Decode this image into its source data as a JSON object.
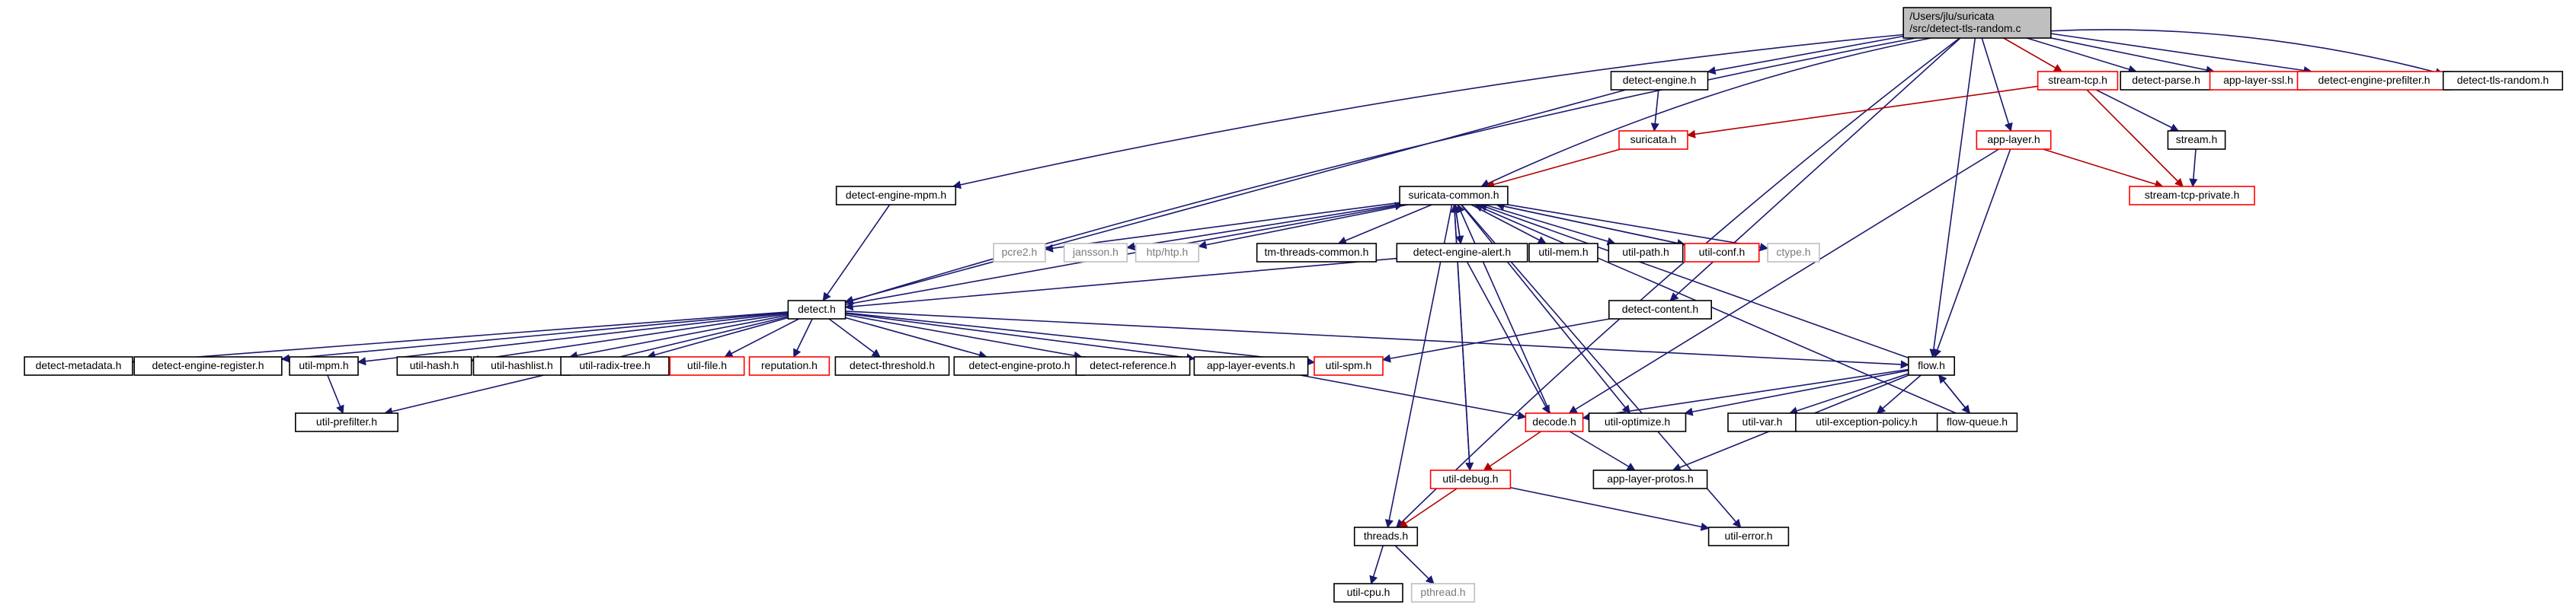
{
  "colors": {
    "edge_include": "#191970",
    "edge_red": "#b00000",
    "box_black": "#000000",
    "box_red": "#ff0000",
    "box_gray": "#bfbfbf",
    "root_fill": "#bfbfbf"
  },
  "nodes": [
    {
      "id": "root",
      "lines": [
        "/Users/jlu/suricata",
        "/src/detect-tls-random.c"
      ],
      "style": "root"
    },
    {
      "id": "detect_engine",
      "lines": [
        "detect-engine.h"
      ],
      "style": "black"
    },
    {
      "id": "stream_tcp",
      "lines": [
        "stream-tcp.h"
      ],
      "style": "red"
    },
    {
      "id": "detect_parse",
      "lines": [
        "detect-parse.h"
      ],
      "style": "black"
    },
    {
      "id": "app_layer_ssl",
      "lines": [
        "app-layer-ssl.h"
      ],
      "style": "red"
    },
    {
      "id": "detect_engine_prefilter",
      "lines": [
        "detect-engine-prefilter.h"
      ],
      "style": "red"
    },
    {
      "id": "detect_tls_random",
      "lines": [
        "detect-tls-random.h"
      ],
      "style": "black"
    },
    {
      "id": "suricata",
      "lines": [
        "suricata.h"
      ],
      "style": "red"
    },
    {
      "id": "app_layer",
      "lines": [
        "app-layer.h"
      ],
      "style": "red"
    },
    {
      "id": "stream",
      "lines": [
        "stream.h"
      ],
      "style": "black"
    },
    {
      "id": "detect_engine_mpm",
      "lines": [
        "detect-engine-mpm.h"
      ],
      "style": "black"
    },
    {
      "id": "stream_tcp_private",
      "lines": [
        "stream-tcp-private.h"
      ],
      "style": "red"
    },
    {
      "id": "suricata_common",
      "lines": [
        "suricata-common.h"
      ],
      "style": "black"
    },
    {
      "id": "pcre2",
      "lines": [
        "pcre2.h"
      ],
      "style": "gray"
    },
    {
      "id": "jansson",
      "lines": [
        "jansson.h"
      ],
      "style": "gray"
    },
    {
      "id": "htp",
      "lines": [
        "htp/htp.h"
      ],
      "style": "gray"
    },
    {
      "id": "tm_threads_common",
      "lines": [
        "tm-threads-common.h"
      ],
      "style": "black"
    },
    {
      "id": "detect_engine_alert",
      "lines": [
        "detect-engine-alert.h"
      ],
      "style": "black"
    },
    {
      "id": "util_mem",
      "lines": [
        "util-mem.h"
      ],
      "style": "black"
    },
    {
      "id": "util_path",
      "lines": [
        "util-path.h"
      ],
      "style": "black"
    },
    {
      "id": "util_conf",
      "lines": [
        "util-conf.h"
      ],
      "style": "red"
    },
    {
      "id": "ctype",
      "lines": [
        "ctype.h"
      ],
      "style": "gray"
    },
    {
      "id": "detect",
      "lines": [
        "detect.h"
      ],
      "style": "black"
    },
    {
      "id": "detect_content",
      "lines": [
        "detect-content.h"
      ],
      "style": "black"
    },
    {
      "id": "detect_metadata",
      "lines": [
        "detect-metadata.h"
      ],
      "style": "black"
    },
    {
      "id": "detect_engine_register",
      "lines": [
        "detect-engine-register.h"
      ],
      "style": "black"
    },
    {
      "id": "util_mpm",
      "lines": [
        "util-mpm.h"
      ],
      "style": "black"
    },
    {
      "id": "util_hash",
      "lines": [
        "util-hash.h"
      ],
      "style": "black"
    },
    {
      "id": "util_hashlist",
      "lines": [
        "util-hashlist.h"
      ],
      "style": "black"
    },
    {
      "id": "util_radix_tree",
      "lines": [
        "util-radix-tree.h"
      ],
      "style": "black"
    },
    {
      "id": "util_file",
      "lines": [
        "util-file.h"
      ],
      "style": "red"
    },
    {
      "id": "reputation",
      "lines": [
        "reputation.h"
      ],
      "style": "red"
    },
    {
      "id": "detect_threshold",
      "lines": [
        "detect-threshold.h"
      ],
      "style": "black"
    },
    {
      "id": "detect_engine_proto",
      "lines": [
        "detect-engine-proto.h"
      ],
      "style": "black"
    },
    {
      "id": "detect_reference",
      "lines": [
        "detect-reference.h"
      ],
      "style": "black"
    },
    {
      "id": "app_layer_events",
      "lines": [
        "app-layer-events.h"
      ],
      "style": "black"
    },
    {
      "id": "util_spm",
      "lines": [
        "util-spm.h"
      ],
      "style": "red"
    },
    {
      "id": "flow",
      "lines": [
        "flow.h"
      ],
      "style": "black"
    },
    {
      "id": "util_prefilter",
      "lines": [
        "util-prefilter.h"
      ],
      "style": "black"
    },
    {
      "id": "decode",
      "lines": [
        "decode.h"
      ],
      "style": "red"
    },
    {
      "id": "util_optimize",
      "lines": [
        "util-optimize.h"
      ],
      "style": "black"
    },
    {
      "id": "util_var",
      "lines": [
        "util-var.h"
      ],
      "style": "black"
    },
    {
      "id": "util_exception_policy",
      "lines": [
        "util-exception-policy.h"
      ],
      "style": "black"
    },
    {
      "id": "flow_queue",
      "lines": [
        "flow-queue.h"
      ],
      "style": "black"
    },
    {
      "id": "util_debug",
      "lines": [
        "util-debug.h"
      ],
      "style": "red"
    },
    {
      "id": "app_layer_protos",
      "lines": [
        "app-layer-protos.h"
      ],
      "style": "black"
    },
    {
      "id": "threads",
      "lines": [
        "threads.h"
      ],
      "style": "black"
    },
    {
      "id": "util_error",
      "lines": [
        "util-error.h"
      ],
      "style": "black"
    },
    {
      "id": "util_cpu",
      "lines": [
        "util-cpu.h"
      ],
      "style": "black"
    },
    {
      "id": "pthread",
      "lines": [
        "pthread.h"
      ],
      "style": "gray"
    }
  ],
  "edges": [
    [
      "root",
      "detect_engine"
    ],
    [
      "root",
      "stream_tcp"
    ],
    [
      "root",
      "detect_parse"
    ],
    [
      "root",
      "app_layer_ssl"
    ],
    [
      "root",
      "detect_engine_prefilter"
    ],
    [
      "root",
      "detect_tls_random"
    ],
    [
      "root",
      "suricata_common"
    ],
    [
      "root",
      "detect"
    ],
    [
      "root",
      "threads"
    ],
    [
      "root",
      "detect_engine_mpm"
    ],
    [
      "root",
      "app_layer"
    ],
    [
      "root",
      "flow"
    ],
    [
      "root",
      "detect_content"
    ],
    [
      "detect_engine",
      "suricata"
    ],
    [
      "detect_engine",
      "detect"
    ],
    [
      "stream_tcp",
      "suricata"
    ],
    [
      "stream_tcp",
      "stream"
    ],
    [
      "stream_tcp",
      "stream_tcp_private"
    ],
    [
      "stream",
      "stream_tcp_private"
    ],
    [
      "app_layer",
      "stream_tcp_private"
    ],
    [
      "app_layer",
      "flow"
    ],
    [
      "app_layer",
      "decode"
    ],
    [
      "suricata",
      "suricata_common"
    ],
    [
      "detect_engine_mpm",
      "detect"
    ],
    [
      "suricata_common",
      "pcre2"
    ],
    [
      "suricata_common",
      "jansson"
    ],
    [
      "suricata_common",
      "htp"
    ],
    [
      "suricata_common",
      "tm_threads_common"
    ],
    [
      "suricata_common",
      "detect_engine_alert"
    ],
    [
      "suricata_common",
      "util_mem"
    ],
    [
      "suricata_common",
      "util_path"
    ],
    [
      "suricata_common",
      "util_conf"
    ],
    [
      "suricata_common",
      "ctype"
    ],
    [
      "suricata_common",
      "util_debug"
    ],
    [
      "suricata_common",
      "threads"
    ],
    [
      "suricata_common",
      "util_error"
    ],
    [
      "suricata_common",
      "util_optimize"
    ],
    [
      "detect_engine_alert",
      "suricata_common"
    ],
    [
      "detect_engine_alert",
      "detect"
    ],
    [
      "detect_engine_alert",
      "decode"
    ],
    [
      "util_conf",
      "suricata_common"
    ],
    [
      "detect",
      "suricata_common"
    ],
    [
      "detect",
      "detect_metadata"
    ],
    [
      "detect",
      "detect_engine_register"
    ],
    [
      "detect",
      "util_mpm"
    ],
    [
      "detect",
      "util_hash"
    ],
    [
      "detect",
      "util_hashlist"
    ],
    [
      "detect",
      "util_radix_tree"
    ],
    [
      "detect",
      "util_file"
    ],
    [
      "detect",
      "reputation"
    ],
    [
      "detect",
      "detect_threshold"
    ],
    [
      "detect",
      "detect_engine_proto"
    ],
    [
      "detect",
      "detect_reference"
    ],
    [
      "detect",
      "app_layer_events"
    ],
    [
      "detect",
      "util_spm"
    ],
    [
      "detect",
      "flow"
    ],
    [
      "detect",
      "util_prefilter"
    ],
    [
      "detect_content",
      "util_spm"
    ],
    [
      "util_mpm",
      "util_prefilter"
    ],
    [
      "app_layer_events",
      "decode"
    ],
    [
      "flow",
      "decode"
    ],
    [
      "flow",
      "util_optimize"
    ],
    [
      "flow",
      "util_var"
    ],
    [
      "flow",
      "util_exception_policy"
    ],
    [
      "flow",
      "flow_queue"
    ],
    [
      "flow",
      "app_layer_protos"
    ],
    [
      "flow",
      "suricata_common"
    ],
    [
      "flow_queue",
      "flow"
    ],
    [
      "flow_queue",
      "suricata_common"
    ],
    [
      "decode",
      "suricata_common"
    ],
    [
      "decode",
      "util_debug"
    ],
    [
      "decode",
      "app_layer_protos"
    ],
    [
      "util_debug",
      "suricata_common"
    ],
    [
      "util_debug",
      "threads"
    ],
    [
      "util_debug",
      "util_error"
    ],
    [
      "threads",
      "util_cpu"
    ],
    [
      "threads",
      "pthread"
    ]
  ],
  "red_edges": [
    [
      "root",
      "stream_tcp"
    ],
    [
      "stream_tcp",
      "suricata"
    ],
    [
      "stream_tcp",
      "stream_tcp_private"
    ],
    [
      "app_layer",
      "stream_tcp_private"
    ],
    [
      "suricata",
      "suricata_common"
    ],
    [
      "decode",
      "util_debug"
    ],
    [
      "util_debug",
      "threads"
    ]
  ]
}
